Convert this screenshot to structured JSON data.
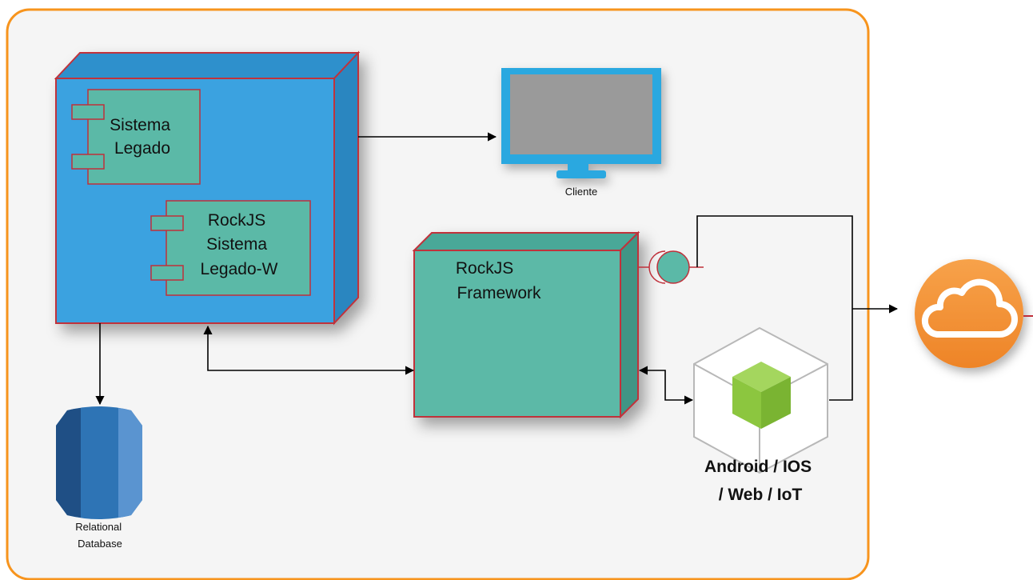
{
  "diagram": {
    "legacy_node": {
      "component_1": [
        "Sistema",
        "Legado"
      ],
      "component_2": [
        "RockJS",
        "Sistema",
        "Legado-W"
      ]
    },
    "client": {
      "label": "Cliente"
    },
    "framework": {
      "label": [
        "RockJS",
        "Framework"
      ]
    },
    "database": {
      "label": [
        "Relational",
        "Database"
      ]
    },
    "devices": {
      "label": [
        "Android / IOS",
        "/ Web / IoT"
      ]
    },
    "cloud": {
      "icon": "cloud-icon"
    }
  },
  "colors": {
    "frame_border": "#f7941d",
    "frame_bg": "#f5f5f5",
    "node_blue": "#3ba2e0",
    "node_blue_dark": "#2a86c0",
    "node_teal": "#5bb9a7",
    "node_teal_dark": "#3f9585",
    "node_border": "#c0303a",
    "monitor_frame": "#29a8e0",
    "monitor_screen": "#9a9a9a",
    "cloud_orange": "#f39237",
    "android_green": "#8cc63f",
    "db_blue": "#2e74b5"
  }
}
